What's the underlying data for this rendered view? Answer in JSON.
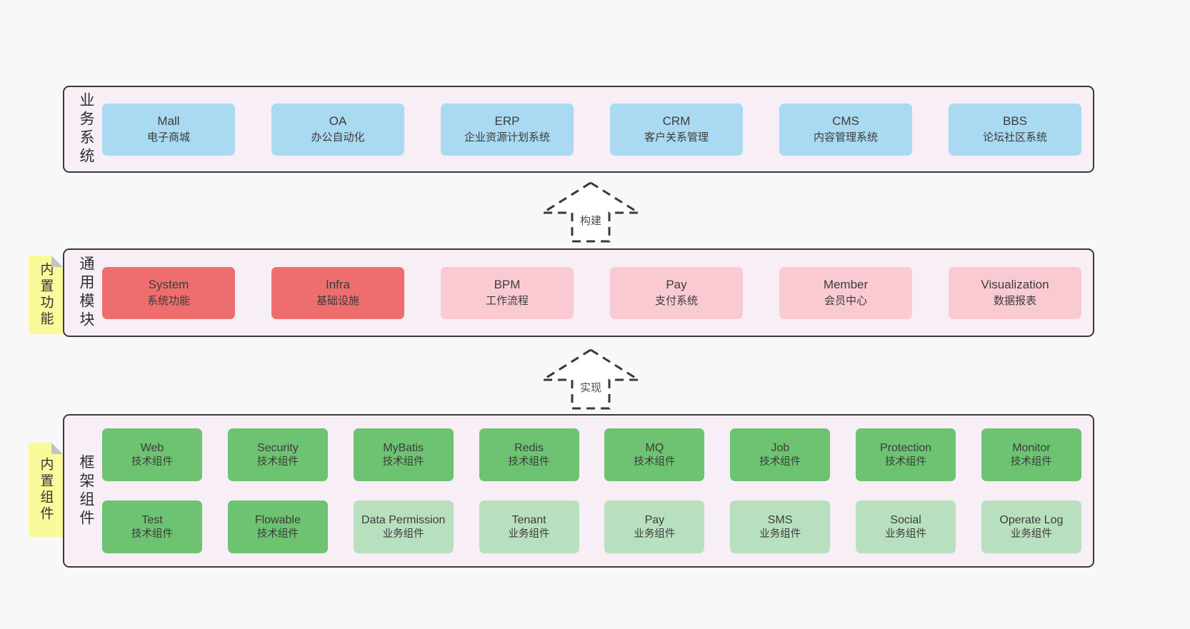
{
  "colors": {
    "page_bg": "#f8f8f8",
    "panel_bg": "#f7eef6",
    "panel_border": "#3a3a3a",
    "blue_box": "#a9daf2",
    "red_box": "#ee6e6e",
    "pink_box": "#facad2",
    "green_box": "#6dc371",
    "light_green_box": "#b9e0be",
    "yellow_note": "#fafa9b",
    "text": "#3c3c3c"
  },
  "arrows": [
    {
      "label": "构建",
      "icon": "dashed-up-arrow"
    },
    {
      "label": "实现",
      "icon": "dashed-up-arrow"
    }
  ],
  "sections": [
    {
      "label": "业务系统",
      "boxes": [
        {
          "title": "Mall",
          "subtitle": "电子商城",
          "variant": "blue"
        },
        {
          "title": "OA",
          "subtitle": "办公自动化",
          "variant": "blue"
        },
        {
          "title": "ERP",
          "subtitle": "企业资源计划系统",
          "variant": "blue"
        },
        {
          "title": "CRM",
          "subtitle": "客户关系管理",
          "variant": "blue"
        },
        {
          "title": "CMS",
          "subtitle": "内容管理系统",
          "variant": "blue"
        },
        {
          "title": "BBS",
          "subtitle": "论坛社区系统",
          "variant": "blue"
        }
      ]
    },
    {
      "label": "通用模块",
      "note": "内置功能",
      "boxes": [
        {
          "title": "System",
          "subtitle": "系统功能",
          "variant": "red"
        },
        {
          "title": "Infra",
          "subtitle": "基础设施",
          "variant": "red"
        },
        {
          "title": "BPM",
          "subtitle": "工作流程",
          "variant": "pink"
        },
        {
          "title": "Pay",
          "subtitle": "支付系统",
          "variant": "pink"
        },
        {
          "title": "Member",
          "subtitle": "会员中心",
          "variant": "pink"
        },
        {
          "title": "Visualization",
          "subtitle": "数据报表",
          "variant": "pink"
        }
      ]
    },
    {
      "label": "框架组件",
      "note": "内置组件",
      "rows": [
        [
          {
            "title": "Web",
            "subtitle": "技术组件",
            "variant": "green"
          },
          {
            "title": "Security",
            "subtitle": "技术组件",
            "variant": "green"
          },
          {
            "title": "MyBatis",
            "subtitle": "技术组件",
            "variant": "green"
          },
          {
            "title": "Redis",
            "subtitle": "技术组件",
            "variant": "green"
          },
          {
            "title": "MQ",
            "subtitle": "技术组件",
            "variant": "green"
          },
          {
            "title": "Job",
            "subtitle": "技术组件",
            "variant": "green"
          },
          {
            "title": "Protection",
            "subtitle": "技术组件",
            "variant": "green"
          },
          {
            "title": "Monitor",
            "subtitle": "技术组件",
            "variant": "green"
          }
        ],
        [
          {
            "title": "Test",
            "subtitle": "技术组件",
            "variant": "green"
          },
          {
            "title": "Flowable",
            "subtitle": "技术组件",
            "variant": "green"
          },
          {
            "title": "Data Permission",
            "subtitle": "业务组件",
            "variant": "light_green"
          },
          {
            "title": "Tenant",
            "subtitle": "业务组件",
            "variant": "light_green"
          },
          {
            "title": "Pay",
            "subtitle": "业务组件",
            "variant": "light_green"
          },
          {
            "title": "SMS",
            "subtitle": "业务组件",
            "variant": "light_green"
          },
          {
            "title": "Social",
            "subtitle": "业务组件",
            "variant": "light_green"
          },
          {
            "title": "Operate Log",
            "subtitle": "业务组件",
            "variant": "light_green"
          }
        ]
      ]
    }
  ]
}
